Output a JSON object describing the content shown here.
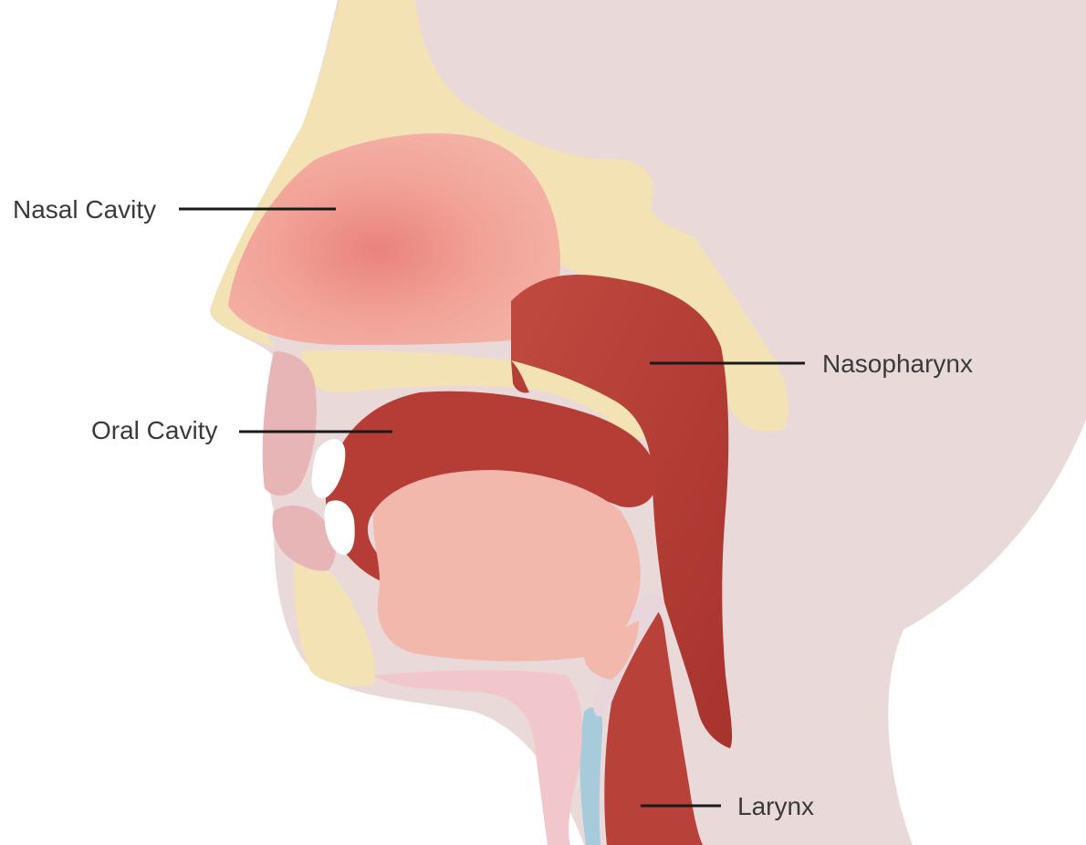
{
  "labels": {
    "nasal_cavity": "Nasal Cavity",
    "nasopharynx": "Nasopharynx",
    "oral_cavity": "Oral Cavity",
    "larynx": "Larynx"
  },
  "colors": {
    "background": "#ffffff",
    "skin": "#ead9d9",
    "bone": "#f3e2b3",
    "nasal_pink": "#f1a59c",
    "airway_red": "#b53d35",
    "tissue_pink": "#f2b8ac",
    "lip_pink": "#e8b5b7",
    "cartilage_blue": "#a8cbdc",
    "teeth": "#ffffff",
    "label_text": "#3a3a3a",
    "leader_line": "#1a1a1a"
  }
}
